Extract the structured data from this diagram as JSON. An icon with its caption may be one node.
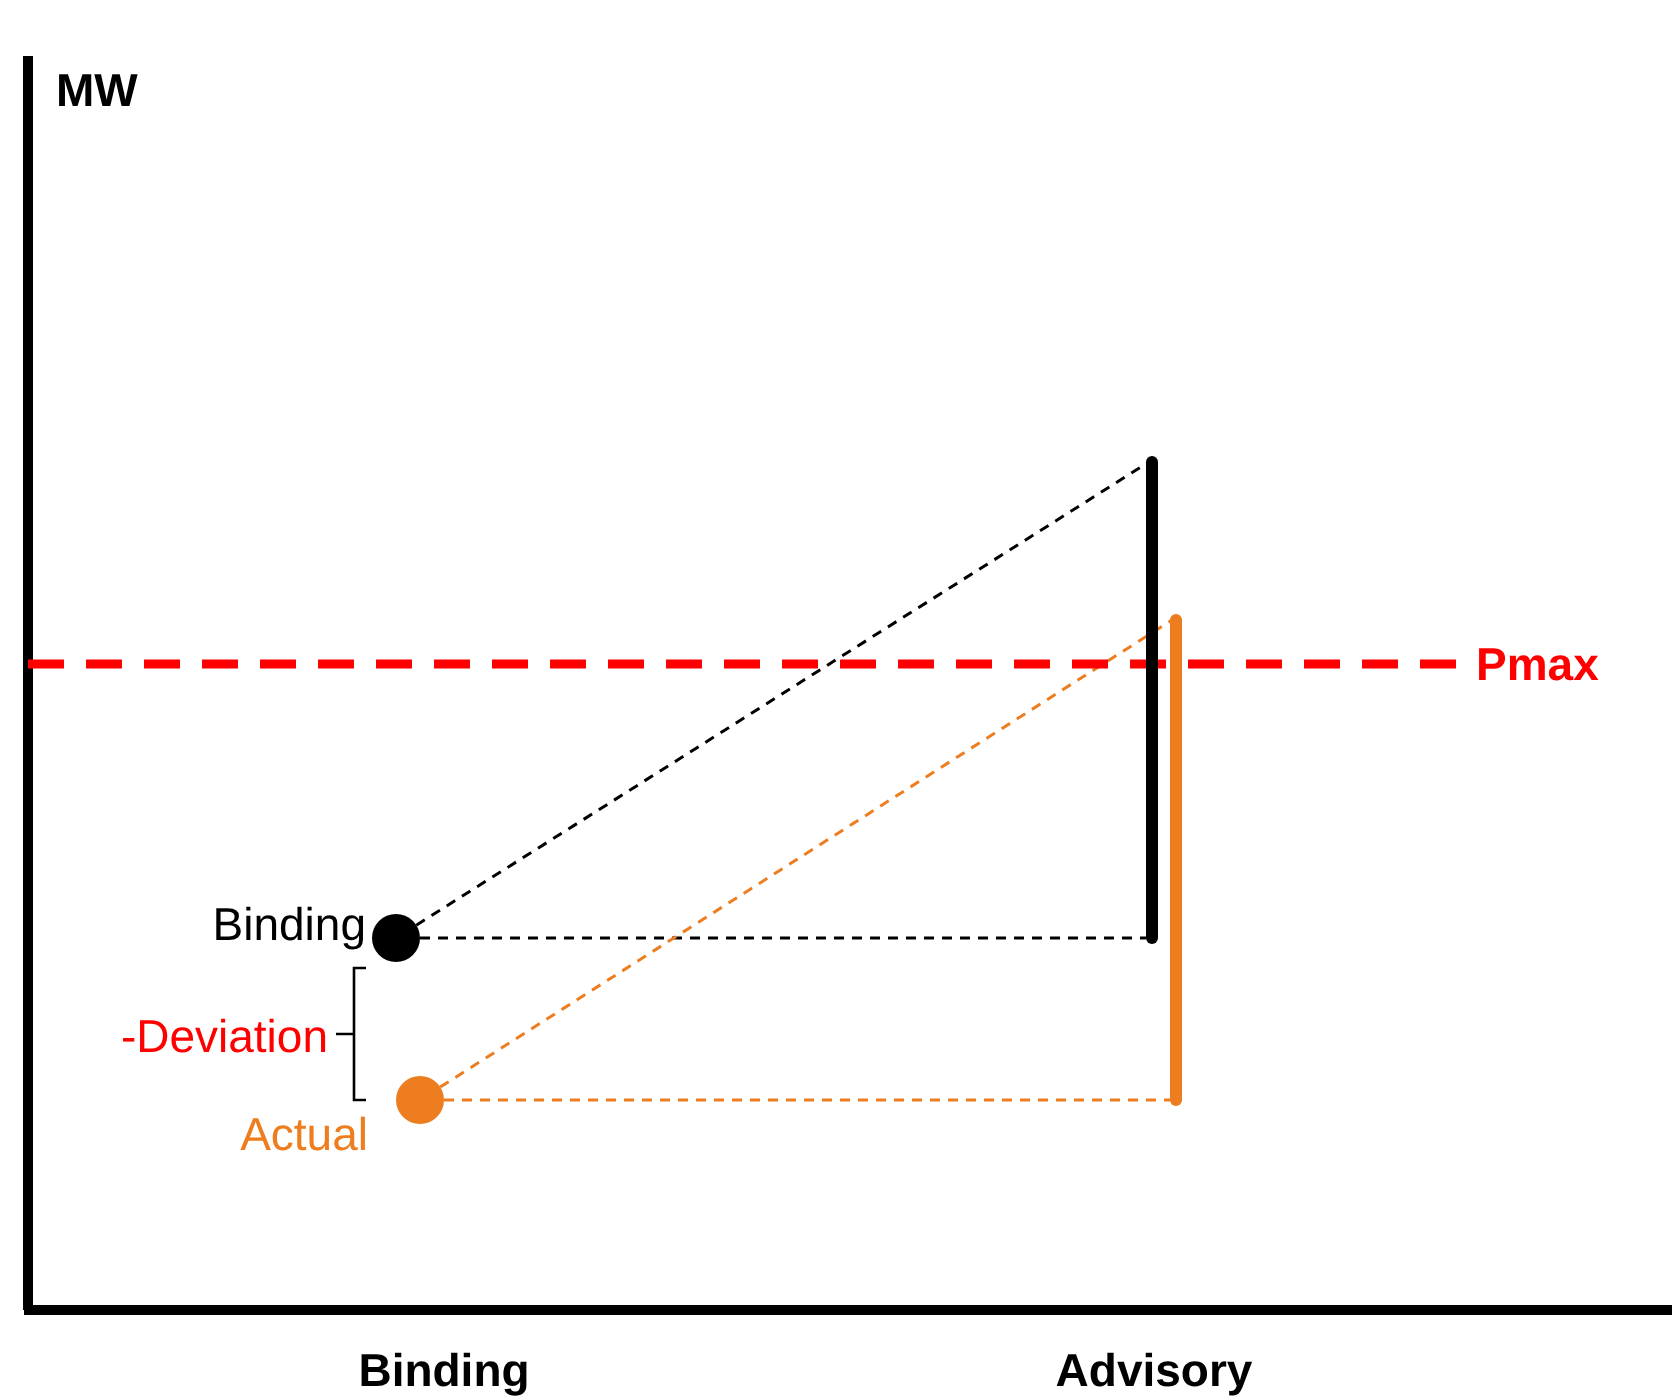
{
  "diagram": {
    "nodes": [
      {
        "text": [],
        "shape": "circle",
        "beside": [
          "Binding"
        ]
      },
      {
        "text": [],
        "shape": "circle",
        "beside": [
          "Actual"
        ]
      },
      {
        "text": [],
        "shape": "bar"
      },
      {
        "text": [],
        "shape": "bar"
      },
      {
        "text": [
          "Pmax"
        ]
      }
    ],
    "edges": [
      {
        "from": 0,
        "to": 2,
        "arrow": "none",
        "style": "dashed"
      },
      {
        "from": 0,
        "to": 2,
        "arrow": "none",
        "style": "dashed"
      },
      {
        "from": 1,
        "to": 3,
        "arrow": "none",
        "style": "dashed",
        "color": "#ed7d1f"
      },
      {
        "from": 1,
        "to": 3,
        "arrow": "none",
        "style": "dashed",
        "color": "#ed7d1f"
      },
      {
        "from": null,
        "to": 4,
        "arrow": "none",
        "style": "dashed",
        "color": "#ff0000"
      }
    ],
    "labels": [
      "MW",
      "-Deviation",
      "Binding",
      "Advisory"
    ]
  }
}
